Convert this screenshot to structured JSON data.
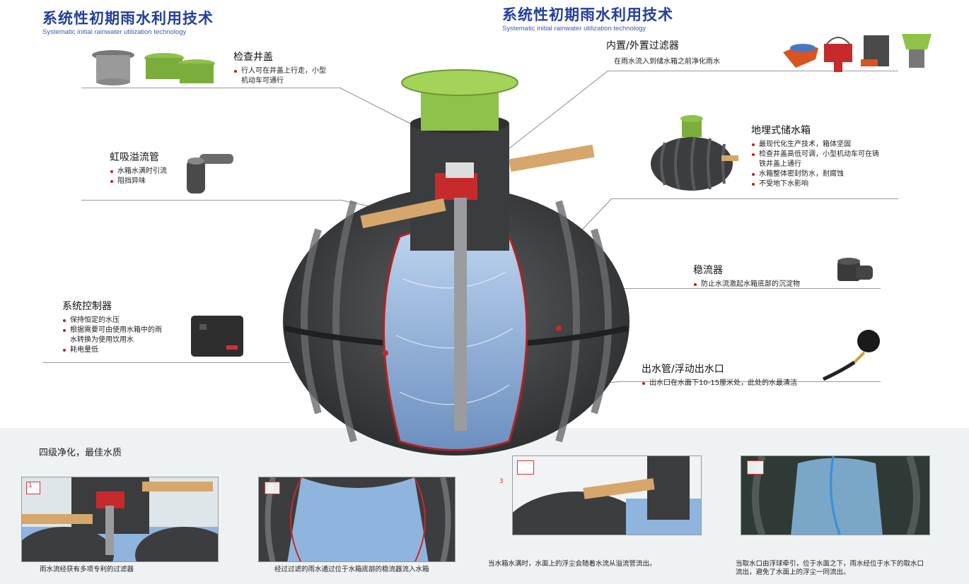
{
  "left_header": {
    "title_cn": "系统性初期雨水利用技术",
    "title_en": "Systematic initial rainwater utilization technology"
  },
  "right_header": {
    "title_cn": "系统性初期雨水利用技术",
    "title_en": "Systematic initial rainwater utilization technology"
  },
  "features": {
    "cover": {
      "title": "检查井盖",
      "bullets": [
        "行人可在井盖上行走，小型",
        "机动车可通行"
      ]
    },
    "siphon": {
      "title": "虹吸溢流管",
      "bullets": [
        "水箱水满时引流",
        "阻挡异味"
      ]
    },
    "controller": {
      "title": "系统控制器",
      "bullets": [
        "保持恒定的水压",
        "根据需要可由使用水箱中的雨",
        "水转换为使用饮用水",
        "耗电量低"
      ]
    },
    "filter": {
      "title": "内置/外置过滤器",
      "note": "在雨水流入到储水箱之前净化雨水"
    },
    "tank": {
      "title": "地埋式储水箱",
      "bullets": [
        "最现代化生产技术，箱体坚固",
        "检查井盖高低可调，小型机动车可在铸",
        "铁井盖上通行",
        "水箱整体密封防水，耐腐蚀",
        "不受地下水影响"
      ]
    },
    "stabilizer": {
      "title": "稳流器",
      "bullets": [
        "防止水流激起水箱底部的沉淀物"
      ]
    },
    "outlet": {
      "title": "出水管/浮动出水口",
      "bullets": [
        "出水口在水面下10-15厘米处，此处的水最清洁"
      ]
    }
  },
  "purification": {
    "heading": "四级净化，最佳水质",
    "panels": [
      {
        "number": "1",
        "caption": "雨水流经获有多项专利的过滤器"
      },
      {
        "number": "",
        "caption": "经过过滤的雨水通过位于水箱底部的稳流器流入水箱"
      },
      {
        "number": "",
        "outside_number": "3",
        "caption_line1": "当水箱水满时，水面上的浮尘会随着水流从溢流管流出。"
      },
      {
        "number": "",
        "caption_line1": "当取水口由浮球牵引，位于水面之下，雨水经位于水下的取水口",
        "caption_line2": "流出，避免了水面上的浮尘一同流出。"
      }
    ]
  },
  "colors": {
    "title_blue": "#243f9a",
    "bullet_red": "#d01818",
    "lid_green": "#8fc24a",
    "tank_dark": "#3c3d3f",
    "water_blue": "#8fb4dd",
    "pipe_tan": "#d7a66a"
  }
}
